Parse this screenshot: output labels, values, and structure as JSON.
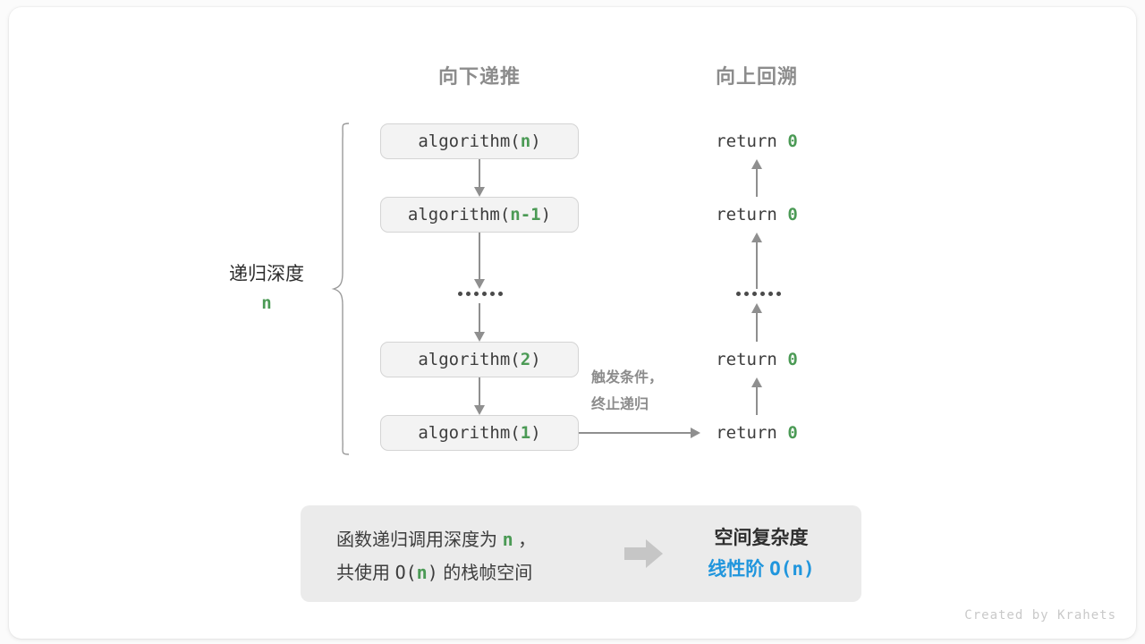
{
  "headers": {
    "down": "向下递推",
    "up": "向上回溯"
  },
  "depth_label": {
    "title": "递归深度",
    "value": "n"
  },
  "call_stack": [
    {
      "fn": "algorithm(",
      "arg": "n",
      "close": ")"
    },
    {
      "fn": "algorithm(",
      "arg": "n-1",
      "close": ")"
    },
    {
      "fn": "algorithm(",
      "arg": "2",
      "close": ")"
    },
    {
      "fn": "algorithm(",
      "arg": "1",
      "close": ")"
    }
  ],
  "returns": [
    {
      "keyword": "return ",
      "value": "0"
    },
    {
      "keyword": "return ",
      "value": "0"
    },
    {
      "keyword": "return ",
      "value": "0"
    },
    {
      "keyword": "return ",
      "value": "0"
    }
  ],
  "ellipsis_dot_count": 6,
  "trigger_note": {
    "line1": "触发条件，",
    "line2": "终止递归"
  },
  "summary": {
    "left_line1_a": "函数递归调用深度为 ",
    "left_line1_n": "n",
    "left_line1_b": " ，",
    "left_line2_a": "共使用 ",
    "left_line2_o": "O(",
    "left_line2_n": "n",
    "left_line2_c": ")",
    "left_line2_b": " 的栈帧空间",
    "arrow_icon": "right-block-arrow-icon",
    "right_title": "空间复杂度",
    "right_order": "线性阶 ",
    "right_value": "O(n)"
  },
  "credit": "Created by Krahets",
  "colors": {
    "green": "#4b9a55",
    "blue": "#2196dd",
    "gray_header": "#8c8c8c",
    "arrow": "#8f8f8f",
    "box_fill": "#f3f3f3",
    "panel_fill": "#ebebeb"
  }
}
